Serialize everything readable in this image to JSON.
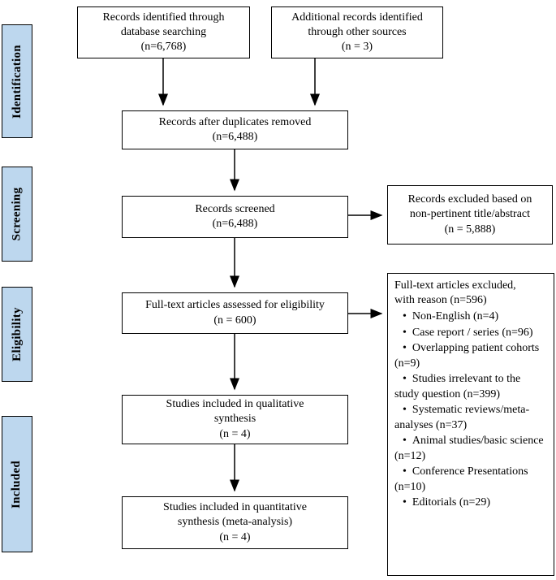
{
  "colors": {
    "stage_fill": "#bdd7ee",
    "box_border": "#000000",
    "background": "#ffffff"
  },
  "stages": {
    "identification": "Identification",
    "screening": "Screening",
    "eligibility": "Eligibility",
    "included": "Included"
  },
  "boxes": {
    "database_search": "Records identified through\ndatabase searching\n(n=6,768)",
    "other_sources": "Additional records identified\nthrough other sources\n(n = 3)",
    "duplicates_removed": "Records after duplicates removed\n(n=6,488)",
    "records_screened": "Records screened\n(n=6,488)",
    "records_excluded": "Records excluded based on\nnon-pertinent title/abstract\n(n = 5,888)",
    "fulltext_assessed": "Full-text articles assessed for eligibility\n(n = 600)",
    "qualitative_synthesis": "Studies included in qualitative\nsynthesis\n(n = 4)",
    "quantitative_synthesis": "Studies included in quantitative\nsynthesis (meta-analysis)\n(n = 4)"
  },
  "exclusions": {
    "title": "Full-text articles excluded,\nwith reason (n=596)",
    "items": [
      "Non-English (n=4)",
      "Case report / series (n=96)",
      "Overlapping patient cohorts (n=9)",
      "Studies irrelevant to the study question (n=399)",
      "Systematic reviews/meta-analyses (n=37)",
      "Animal studies/basic science (n=12)",
      "Conference Presentations (n=10)",
      "Editorials (n=29)"
    ]
  }
}
